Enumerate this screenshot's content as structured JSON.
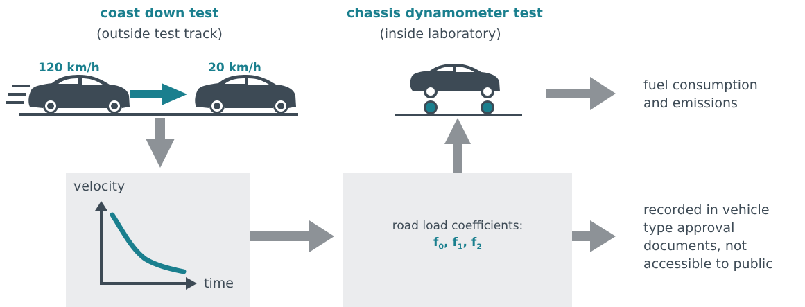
{
  "coast_down": {
    "title": "coast down test",
    "subtitle": "(outside test track)",
    "speed_start": "120 km/h",
    "speed_end": "20 km/h"
  },
  "chassis": {
    "title": "chassis dynamometer test",
    "subtitle": "(inside laboratory)"
  },
  "graph_box": {
    "y_label": "velocity",
    "x_label": "time"
  },
  "coefficients_box": {
    "label": "road load coefficients:",
    "coefficients": [
      {
        "base": "f",
        "sub": "0"
      },
      {
        "base": "f",
        "sub": "1"
      },
      {
        "base": "f",
        "sub": "2"
      }
    ]
  },
  "outputs": {
    "fuel": [
      "fuel consumption",
      "and emissions"
    ],
    "records": [
      "recorded in vehicle",
      "type approval",
      "documents, not",
      "accessible to public"
    ]
  },
  "colors": {
    "teal": "#1a7f8e",
    "dark": "#3d4a55",
    "arrow_gray": "#8d9297",
    "box_bg": "#ebecee"
  }
}
